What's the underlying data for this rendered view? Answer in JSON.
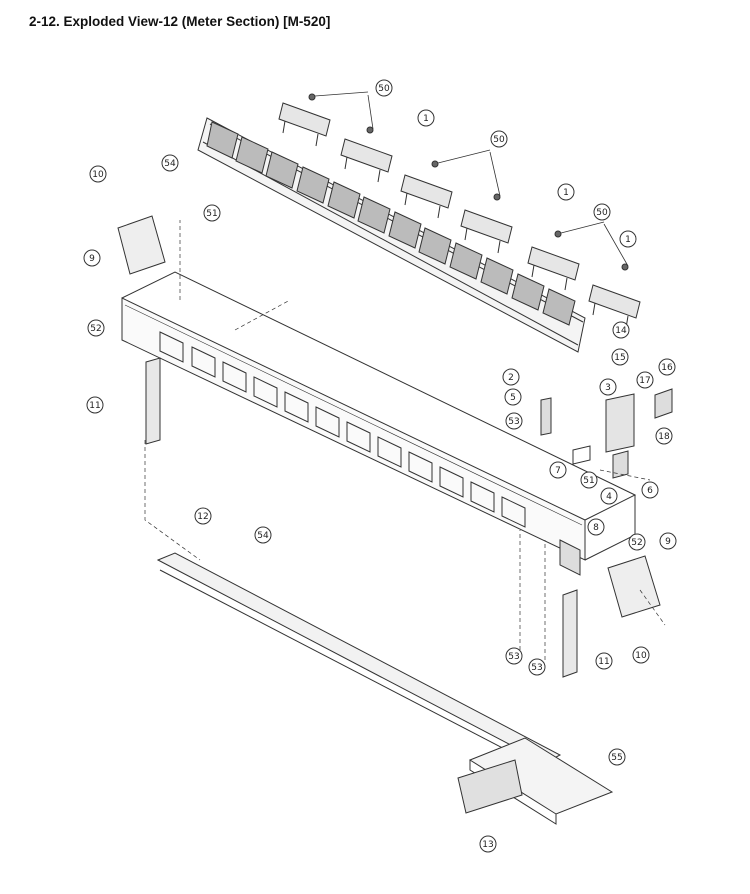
{
  "title": "2-12. Exploded View-12 (Meter Section) [M-520]",
  "callouts": [
    "50",
    "1",
    "50",
    "1",
    "50",
    "1",
    "10",
    "54",
    "51",
    "9",
    "52",
    "14",
    "15",
    "2",
    "16",
    "3",
    "17",
    "5",
    "18",
    "53",
    "11",
    "7",
    "4",
    "6",
    "51",
    "12",
    "54",
    "8",
    "52",
    "9",
    "10",
    "53",
    "53",
    "11",
    "55",
    "13"
  ]
}
